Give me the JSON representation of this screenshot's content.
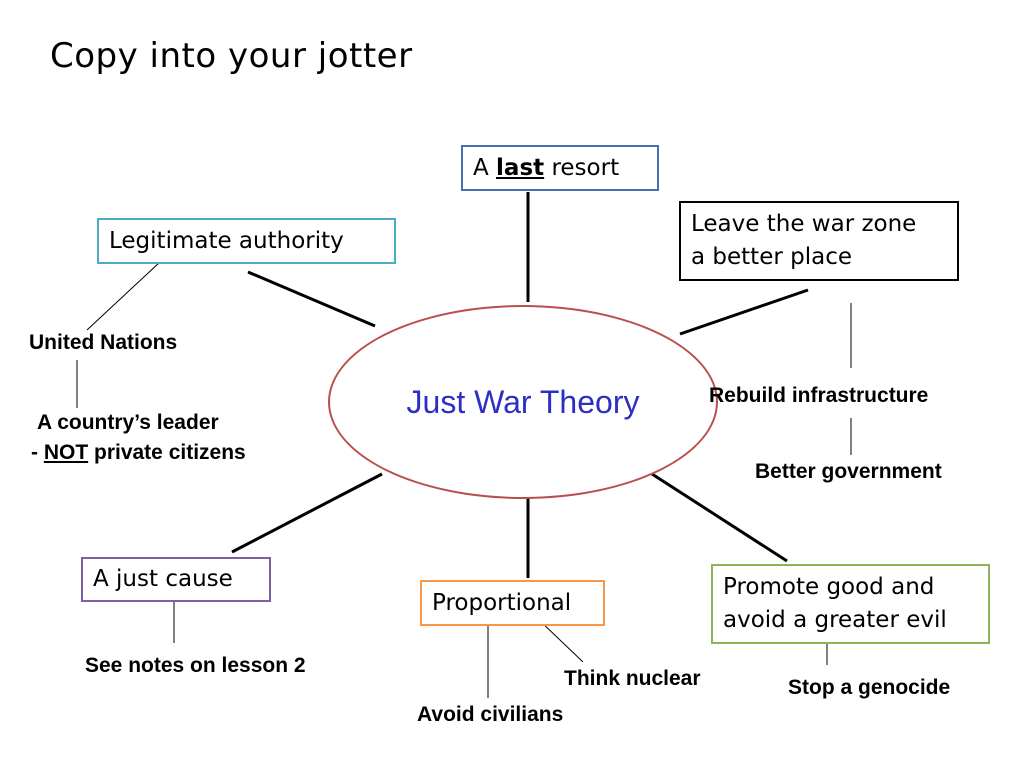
{
  "heading": "Copy into your jotter",
  "center": "Just War Theory",
  "boxes": {
    "last_resort": {
      "prefix": "A ",
      "emphasis": "last",
      "suffix": " resort",
      "color": "#4a6fb0"
    },
    "legitimate_authority": {
      "label": "Legitimate authority",
      "color": "#4bacc6"
    },
    "leave_better": {
      "line1": "Leave the war zone",
      "line2": "a better place",
      "color": "#000000"
    },
    "just_cause": {
      "label": "A just cause",
      "color": "#7f5fa8"
    },
    "proportional": {
      "label": "Proportional",
      "color": "#f79646"
    },
    "promote_good": {
      "line1": "Promote good and",
      "line2": "avoid a greater evil",
      "color": "#8db356"
    }
  },
  "notes": {
    "united_nations": "United Nations",
    "country_leader_line1": "A country’s leader",
    "country_leader_prefix": "- ",
    "country_leader_emphasis": "NOT",
    "country_leader_suffix": " private citizens",
    "rebuild": "Rebuild infrastructure",
    "better_government": "Better government",
    "see_notes": "See notes on lesson 2",
    "think_nuclear": "Think nuclear",
    "avoid_civilians": "Avoid civilians",
    "stop_genocide": "Stop a genocide"
  }
}
